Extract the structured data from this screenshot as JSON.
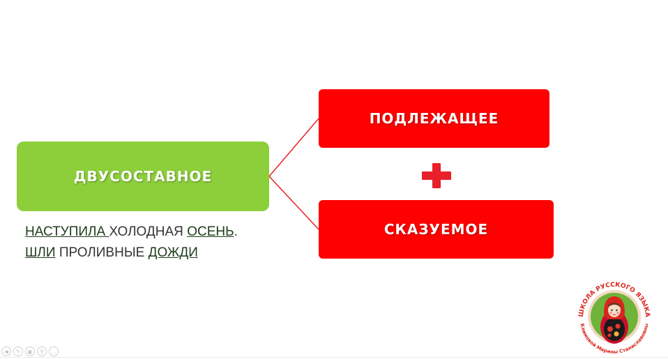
{
  "diagram": {
    "main_label": "ДВУСОСТАВНОЕ",
    "subject_label": "ПОДЛЕЖАЩЕЕ",
    "predicate_label": "СКАЗУЕМОЕ"
  },
  "sentence": {
    "line1": [
      {
        "text": "НАСТУПИЛА ",
        "underline": true
      },
      {
        "text": "ХОЛОДНАЯ ",
        "underline": false
      },
      {
        "text": "ОСЕНЬ",
        "underline": true
      },
      {
        "text": ".",
        "underline": false
      }
    ],
    "line2": [
      {
        "text": "ШЛИ",
        "underline": true
      },
      {
        "text": " ПРОЛИВНЫЕ ",
        "underline": false
      },
      {
        "text": "ДОЖДИ",
        "underline": true
      }
    ]
  },
  "logo": {
    "arc_text": "ШКОЛА РУССКОГО ЯЗЫКА",
    "subtitle": "Климовой Марины Станиславовны"
  },
  "colors": {
    "green": "#8ccf3a",
    "red": "#ff0000",
    "plus_red": "#e8202a"
  },
  "icons": {
    "plus": "plus-icon",
    "logo": "matryoshka-logo"
  }
}
